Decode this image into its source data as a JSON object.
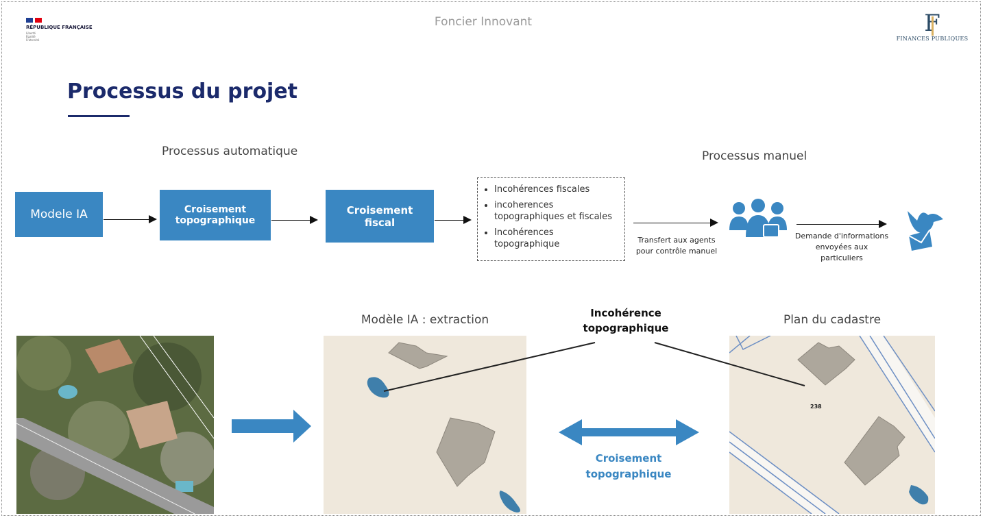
{
  "header": {
    "title": "Foncier Innovant",
    "logo_left": "RÉPUBLIQUE FRANÇAISE",
    "logo_left_motto": [
      "Liberté",
      "Égalité",
      "Fraternité"
    ],
    "logo_right": "FINANCES PUBLIQUES"
  },
  "slide": {
    "title": "Processus du projet"
  },
  "process": {
    "auto_label": "Processus automatique",
    "manual_label": "Processus manuel",
    "steps": [
      "Modele IA",
      "Croisement topographique",
      "Croisement fiscal"
    ],
    "outcomes": [
      "Incohérences fiscales",
      "incoherences topographiques et fiscales",
      "Incohérences topographique"
    ],
    "transfer_label": "Transfert aux agents pour contrôle manuel",
    "request_label": "Demande d'informations envoyées aux particuliers",
    "icons": [
      "agents-group-icon",
      "mail-bird-icon"
    ]
  },
  "illustration": {
    "extraction_caption": "Modèle IA : extraction",
    "cadastre_caption": "Plan du cadastre",
    "inconsistency_label": "Incohérence topographique",
    "crossing_label": "Croisement topographique",
    "parcel_number": "238"
  },
  "colors": {
    "accent": "#3a87c2",
    "title": "#1b2a6b",
    "map_bg": "#efe8dc",
    "building": "#ada79c",
    "pool": "#3f7fab"
  }
}
